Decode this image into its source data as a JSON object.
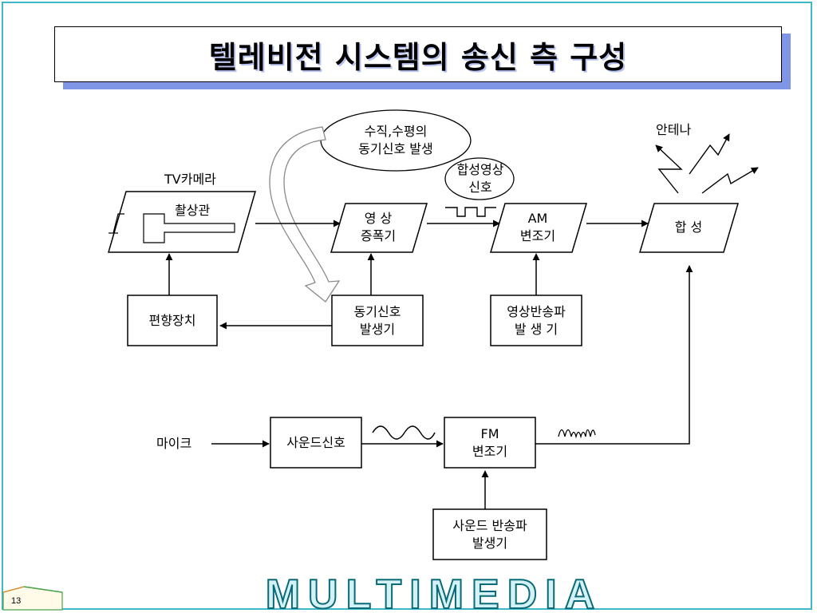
{
  "slide": {
    "title": "텔레비전 시스템의 송신 측 구성",
    "page_number": "13",
    "banner": "MULTIMEDIA"
  },
  "labels": {
    "camera_label": "TV카메라",
    "pickup_tube": "촬상관",
    "video_amp": "영 상\n증폭기",
    "am_mod": "AM\n변조기",
    "combine": "합   성",
    "deflection": "편향장치",
    "sync_gen": "동기신호\n발생기",
    "video_carrier": "영상반송파\n발 생 기",
    "sync_bubble": "수직,수평의\n동기신호 발생",
    "composite_bubble": "합성영상\n신호",
    "antenna": "안테나",
    "microphone": "마이크",
    "sound_signal": "사운드신호",
    "fm_mod": "FM\n변조기",
    "sound_carrier": "사운드 반송파\n발생기"
  },
  "colors": {
    "frame": "#3fb8c9",
    "title_shadow": "#7f95e6",
    "banner_fill": "#d4f1f5",
    "banner_stroke": "#0a6b78"
  }
}
